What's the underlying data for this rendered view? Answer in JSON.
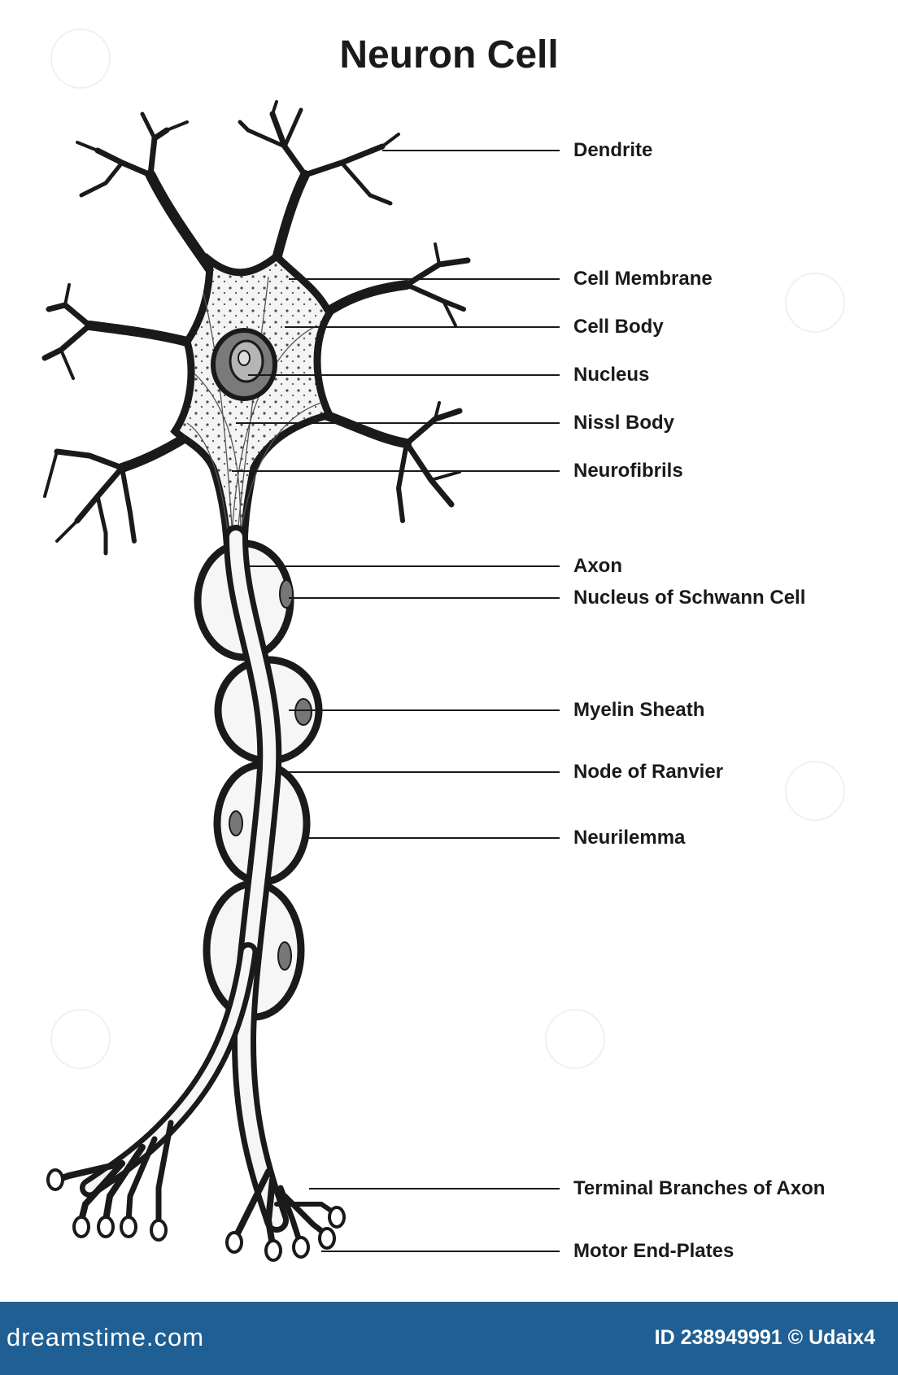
{
  "title": "Neuron Cell",
  "labels": [
    {
      "id": "dendrite",
      "text": "Dendrite"
    },
    {
      "id": "cell-membrane",
      "text": "Cell Membrane"
    },
    {
      "id": "cell-body",
      "text": "Cell Body"
    },
    {
      "id": "nucleus",
      "text": "Nucleus"
    },
    {
      "id": "nissl-body",
      "text": "Nissl Body"
    },
    {
      "id": "neurofibrils",
      "text": "Neurofibrils"
    },
    {
      "id": "axon",
      "text": "Axon"
    },
    {
      "id": "nucleus-of-schwann-cell",
      "text": "Nucleus of Schwann Cell"
    },
    {
      "id": "myelin-sheath",
      "text": "Myelin Sheath"
    },
    {
      "id": "node-of-ranvier",
      "text": "Node of Ranvier"
    },
    {
      "id": "neurilemma",
      "text": "Neurilemma"
    },
    {
      "id": "terminal-branches-of-axon",
      "text": "Terminal Branches of Axon"
    },
    {
      "id": "motor-end-plates",
      "text": "Motor End-Plates"
    }
  ],
  "footer": {
    "brand": "dreamstime.com",
    "credit": "ID 238949991 © Udaix4"
  },
  "colors": {
    "outline": "#1a1a1a",
    "fill_light": "#f4f4f4",
    "nucleus_outer": "#7a7a7a",
    "nucleus_inner": "#b5b5b5",
    "footer": "#1f5f93"
  }
}
